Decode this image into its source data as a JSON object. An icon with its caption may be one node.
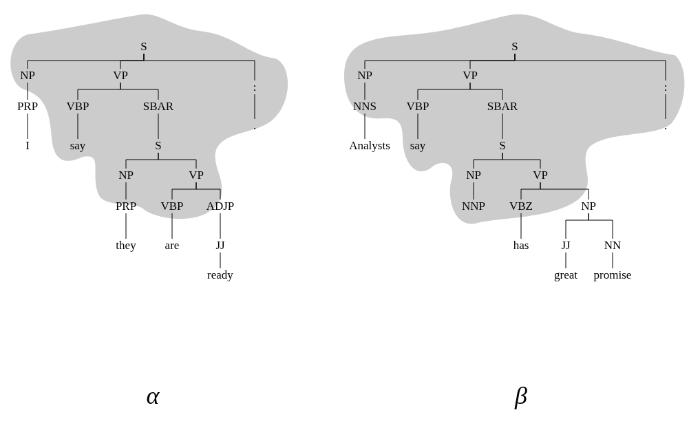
{
  "diagram": {
    "nodes": [
      {
        "text": [
          "S"
        ]
      },
      {
        "text": [
          "NP"
        ]
      },
      {
        "text": [
          "VP"
        ]
      },
      {
        "text": [
          ":"
        ]
      },
      {
        "text": [
          "."
        ]
      },
      {
        "text": [
          "PRP"
        ]
      },
      {
        "text": [
          "I"
        ]
      },
      {
        "text": [
          "VBP"
        ]
      },
      {
        "text": [
          "say"
        ]
      },
      {
        "text": [
          "SBAR"
        ]
      },
      {
        "text": [
          "S"
        ]
      },
      {
        "text": [
          "NP"
        ]
      },
      {
        "text": [
          "VP"
        ]
      },
      {
        "text": [
          "PRP"
        ]
      },
      {
        "text": [
          "they"
        ]
      },
      {
        "text": [
          "VBP"
        ]
      },
      {
        "text": [
          "are"
        ]
      },
      {
        "text": [
          "ADJP"
        ]
      },
      {
        "text": [
          "JJ"
        ]
      },
      {
        "text": [
          "ready"
        ]
      },
      {
        "text": [
          "S"
        ]
      },
      {
        "text": [
          "NP"
        ]
      },
      {
        "text": [
          "VP"
        ]
      },
      {
        "text": [
          ":"
        ]
      },
      {
        "text": [
          "."
        ]
      },
      {
        "text": [
          "NNS"
        ]
      },
      {
        "text": [
          "Analysts"
        ]
      },
      {
        "text": [
          "VBP"
        ]
      },
      {
        "text": [
          "say"
        ]
      },
      {
        "text": [
          "SBAR"
        ]
      },
      {
        "text": [
          "S"
        ]
      },
      {
        "text": [
          "NP"
        ]
      },
      {
        "text": [
          "VP"
        ]
      },
      {
        "text": [
          "NNP"
        ]
      },
      {
        "text": [
          "VBZ"
        ]
      },
      {
        "text": [
          "has"
        ]
      },
      {
        "text": [
          "NP"
        ]
      },
      {
        "text": [
          "JJ"
        ]
      },
      {
        "text": [
          "great"
        ]
      },
      {
        "text": [
          "NN"
        ]
      },
      {
        "text": [
          "promise"
        ]
      }
    ],
    "edges": [
      {
        "from": 0,
        "to": 1,
        "arrow": "none"
      },
      {
        "from": 0,
        "to": 2,
        "arrow": "none"
      },
      {
        "from": 0,
        "to": 3,
        "arrow": "none"
      },
      {
        "from": 3,
        "to": 4,
        "arrow": "none"
      },
      {
        "from": 1,
        "to": 5,
        "arrow": "none"
      },
      {
        "from": 5,
        "to": 6,
        "arrow": "none"
      },
      {
        "from": 2,
        "to": 7,
        "arrow": "none"
      },
      {
        "from": 2,
        "to": 9,
        "arrow": "none"
      },
      {
        "from": 7,
        "to": 8,
        "arrow": "none"
      },
      {
        "from": 9,
        "to": 10,
        "arrow": "none"
      },
      {
        "from": 10,
        "to": 11,
        "arrow": "none"
      },
      {
        "from": 10,
        "to": 12,
        "arrow": "none"
      },
      {
        "from": 11,
        "to": 13,
        "arrow": "none"
      },
      {
        "from": 13,
        "to": 14,
        "arrow": "none"
      },
      {
        "from": 12,
        "to": 15,
        "arrow": "none"
      },
      {
        "from": 12,
        "to": 17,
        "arrow": "none"
      },
      {
        "from": 15,
        "to": 16,
        "arrow": "none"
      },
      {
        "from": 17,
        "to": 18,
        "arrow": "none"
      },
      {
        "from": 18,
        "to": 19,
        "arrow": "none"
      },
      {
        "from": 20,
        "to": 21,
        "arrow": "none"
      },
      {
        "from": 20,
        "to": 22,
        "arrow": "none"
      },
      {
        "from": 20,
        "to": 23,
        "arrow": "none"
      },
      {
        "from": 23,
        "to": 24,
        "arrow": "none"
      },
      {
        "from": 21,
        "to": 25,
        "arrow": "none"
      },
      {
        "from": 25,
        "to": 26,
        "arrow": "none"
      },
      {
        "from": 22,
        "to": 27,
        "arrow": "none"
      },
      {
        "from": 22,
        "to": 29,
        "arrow": "none"
      },
      {
        "from": 27,
        "to": 28,
        "arrow": "none"
      },
      {
        "from": 29,
        "to": 30,
        "arrow": "none"
      },
      {
        "from": 30,
        "to": 31,
        "arrow": "none"
      },
      {
        "from": 30,
        "to": 32,
        "arrow": "none"
      },
      {
        "from": 31,
        "to": 33,
        "arrow": "none"
      },
      {
        "from": 32,
        "to": 34,
        "arrow": "none"
      },
      {
        "from": 32,
        "to": 36,
        "arrow": "none"
      },
      {
        "from": 34,
        "to": 35,
        "arrow": "none"
      },
      {
        "from": 36,
        "to": 37,
        "arrow": "none"
      },
      {
        "from": 36,
        "to": 39,
        "arrow": "none"
      },
      {
        "from": 37,
        "to": 38,
        "arrow": "none"
      },
      {
        "from": 39,
        "to": 40,
        "arrow": "none"
      }
    ],
    "labels": [
      "α",
      "β"
    ]
  }
}
